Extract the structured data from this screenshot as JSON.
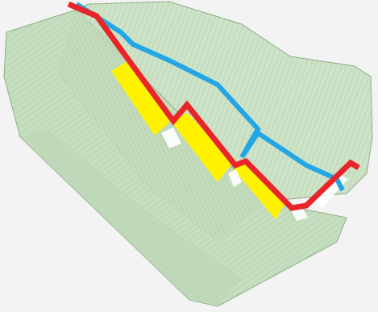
{
  "diagram": {
    "kind": "terrain-cross-section-3d",
    "labels": [],
    "colors": {
      "background": "#f3f3f3",
      "terrain_fill": "#c6dec0",
      "terrain_fill_dark": "#b7d2b1",
      "contour_lines": "#9fbf98",
      "terrain_edge": "#8fae88",
      "red_line": "#e8262a",
      "blue_line": "#22a6e6",
      "yellow_blocks": "#fff200",
      "white_blocks": "#ffffff"
    },
    "layers": [
      {
        "name": "terrain-surface",
        "color": "terrain_fill"
      },
      {
        "name": "red-profile-line",
        "color": "red_line"
      },
      {
        "name": "blue-profile-line",
        "color": "blue_line"
      },
      {
        "name": "yellow-stepped-blocks",
        "color": "yellow_blocks"
      },
      {
        "name": "white-stepped-blocks",
        "color": "white_blocks"
      }
    ]
  }
}
